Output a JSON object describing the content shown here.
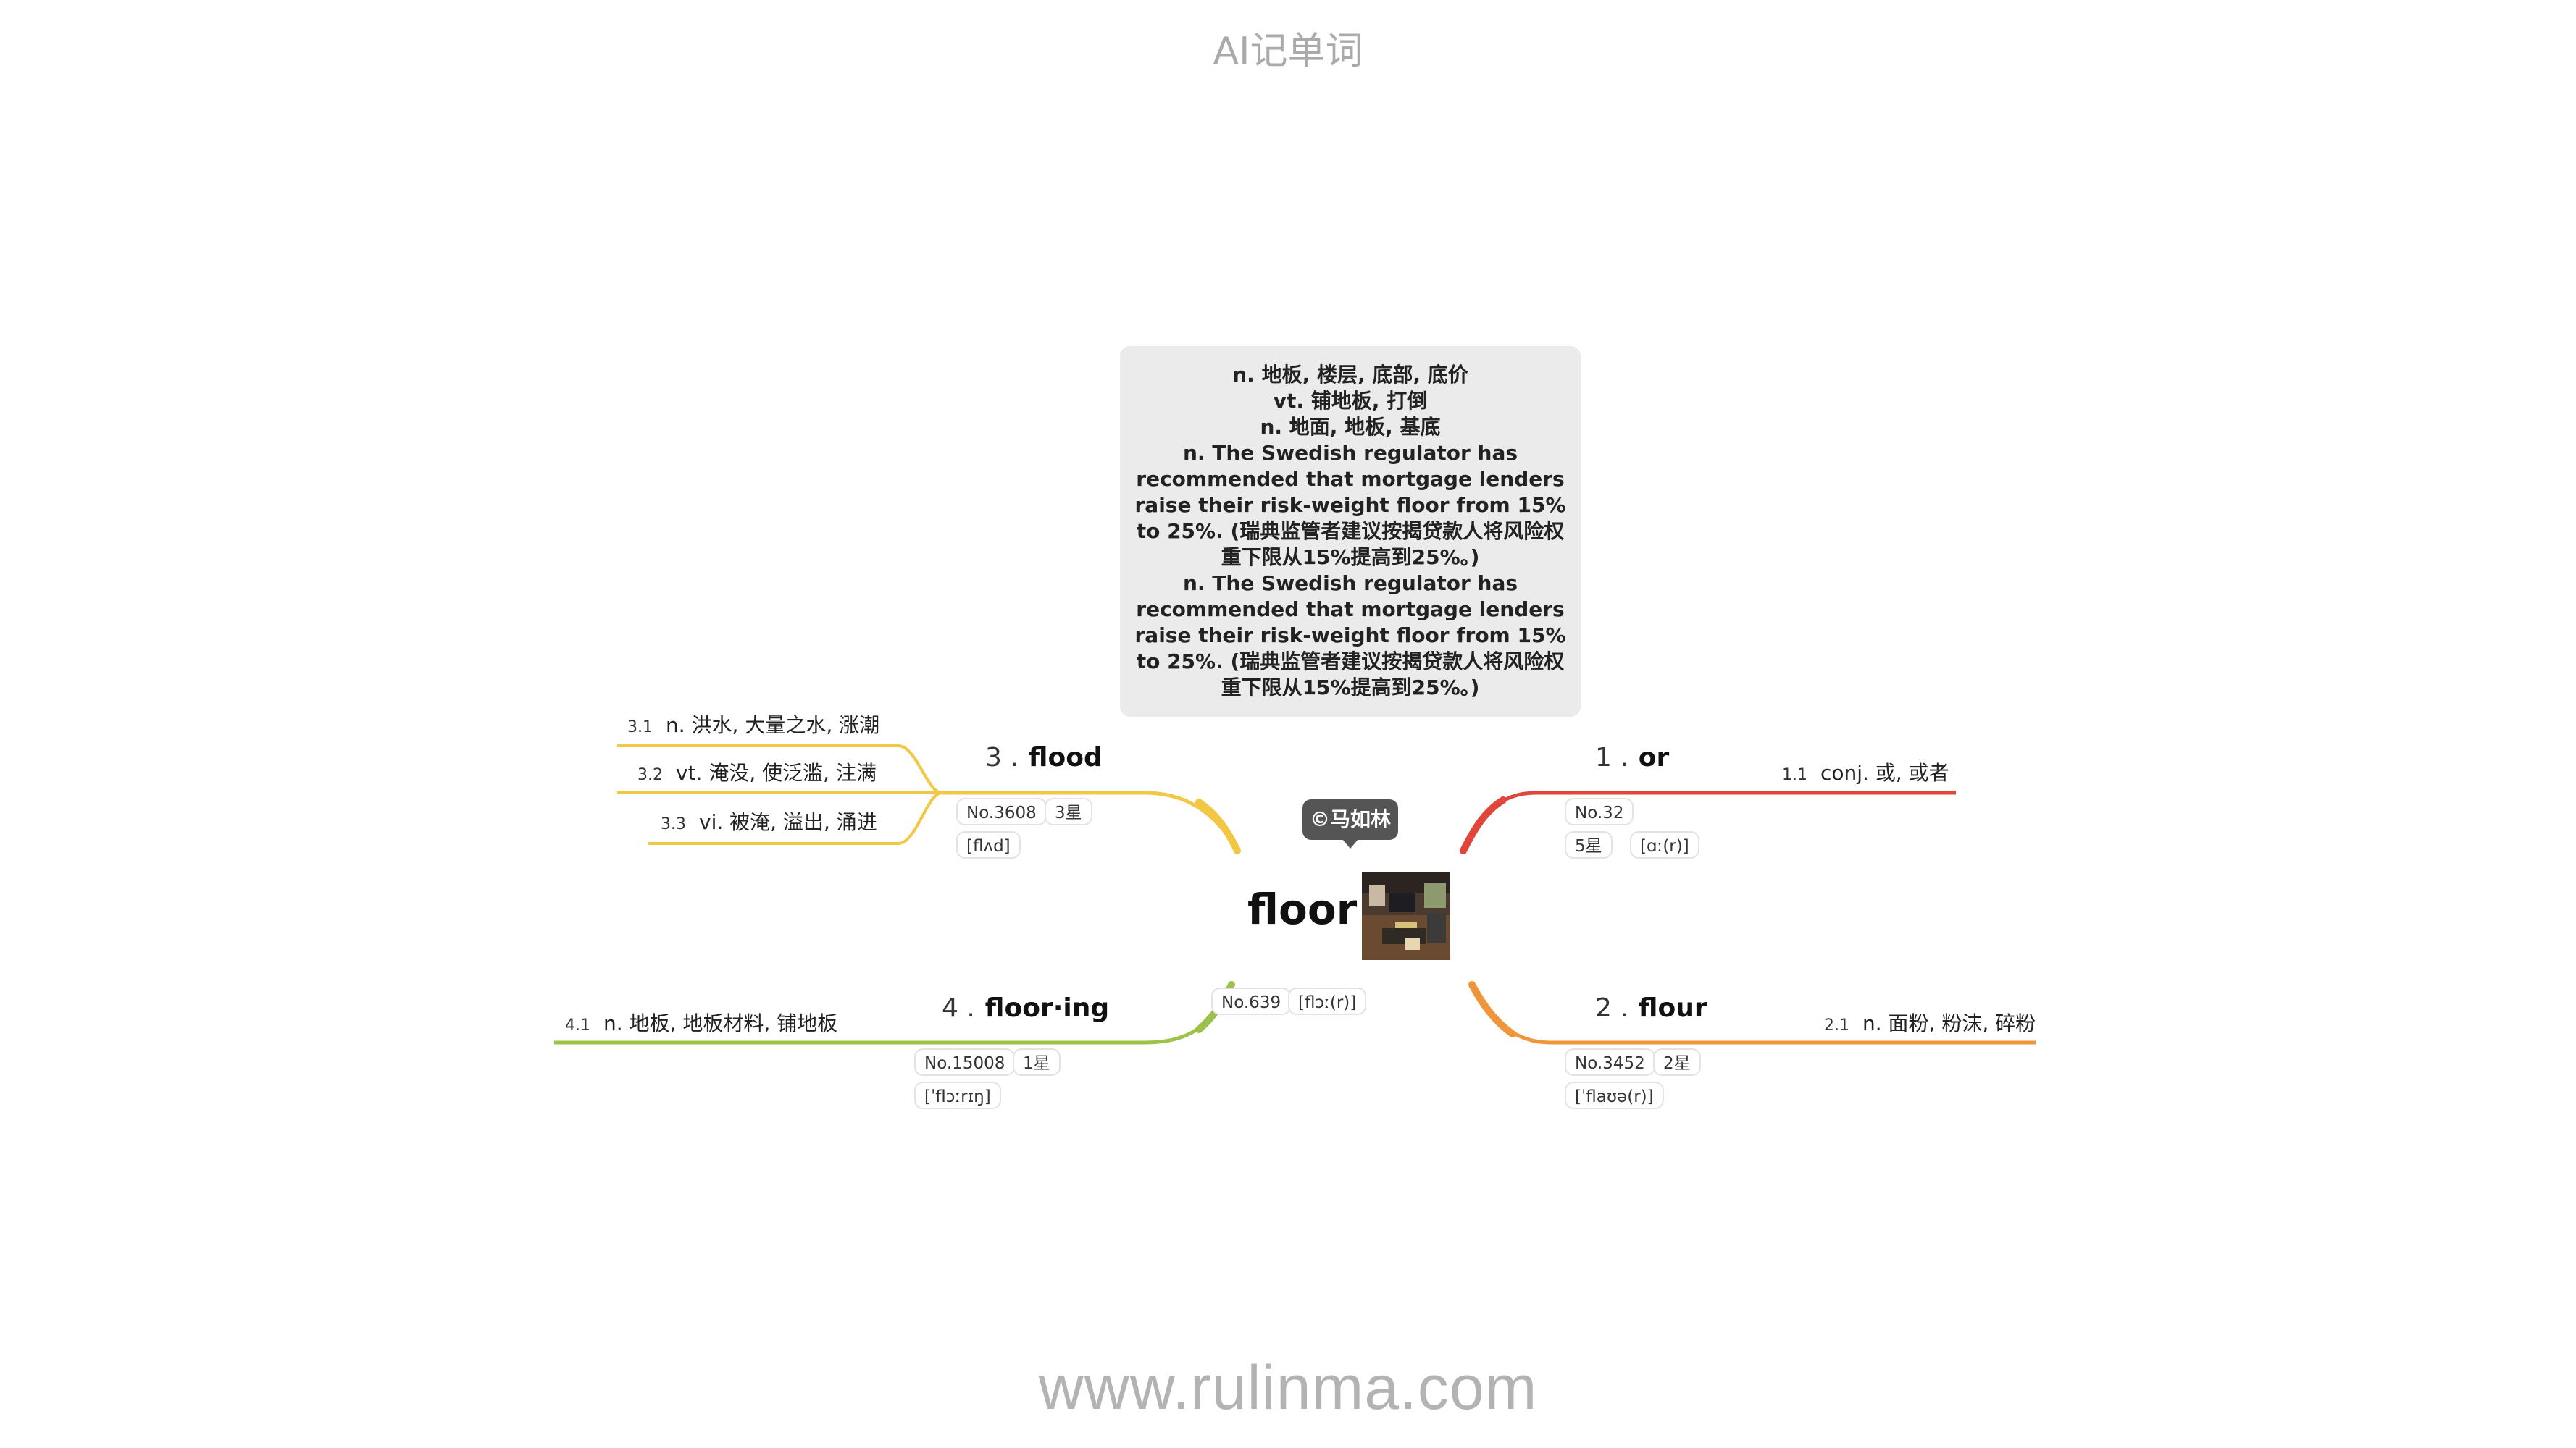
{
  "header": {
    "title": "AI记单词"
  },
  "footer": {
    "url": "www.rulinma.com"
  },
  "definition_box": {
    "lines": [
      "n. 地板, 楼层, 底部, 底价",
      "vt. 铺地板, 打倒",
      "n. 地面, 地板, 基底",
      "n. The Swedish regulator has recommended that mortgage lenders raise their risk-weight floor from 15% to 25%. (瑞典监管者建议按揭贷款人将风险权重下限从15%提高到25%。)",
      "n. The Swedish regulator has recommended that mortgage lenders raise their risk-weight floor from 15% to 25%. (瑞典监管者建议按揭贷款人将风险权重下限从15%提高到25%。)"
    ]
  },
  "center": {
    "word": "floor",
    "tooltip": "©马如林",
    "number": "No.639",
    "phonetic": "[flɔː(r)]",
    "image_desc": "room-photo"
  },
  "branches": {
    "b1": {
      "index": "1 .",
      "word": "or",
      "color": "#e0463a",
      "number": "No.32",
      "stars": "5星",
      "phonetic": "[ɑː(r)]",
      "senses": [
        {
          "num": "1.1",
          "text": "conj. 或, 或者"
        }
      ]
    },
    "b2": {
      "index": "2 .",
      "word": "flour",
      "color": "#f0963a",
      "number": "No.3452",
      "stars": "2星",
      "phonetic": "[ˈflaʊə(r)]",
      "senses": [
        {
          "num": "2.1",
          "text": "n. 面粉, 粉沫, 碎粉"
        }
      ]
    },
    "b3": {
      "index": "3 .",
      "word": "flood",
      "color": "#f2c744",
      "number": "No.3608",
      "stars": "3星",
      "phonetic": "[flʌd]",
      "senses": [
        {
          "num": "3.1",
          "text": "n. 洪水, 大量之水, 涨潮"
        },
        {
          "num": "3.2",
          "text": "vt. 淹没, 使泛滥, 注满"
        },
        {
          "num": "3.3",
          "text": "vi. 被淹, 溢出, 涌进"
        }
      ]
    },
    "b4": {
      "index": "4 .",
      "word": "floor·ing",
      "color": "#9cc24a",
      "number": "No.15008",
      "stars": "1星",
      "phonetic": "[ˈflɔːrɪŋ]",
      "senses": [
        {
          "num": "4.1",
          "text": "n. 地板, 地板材料, 铺地板"
        }
      ]
    }
  }
}
